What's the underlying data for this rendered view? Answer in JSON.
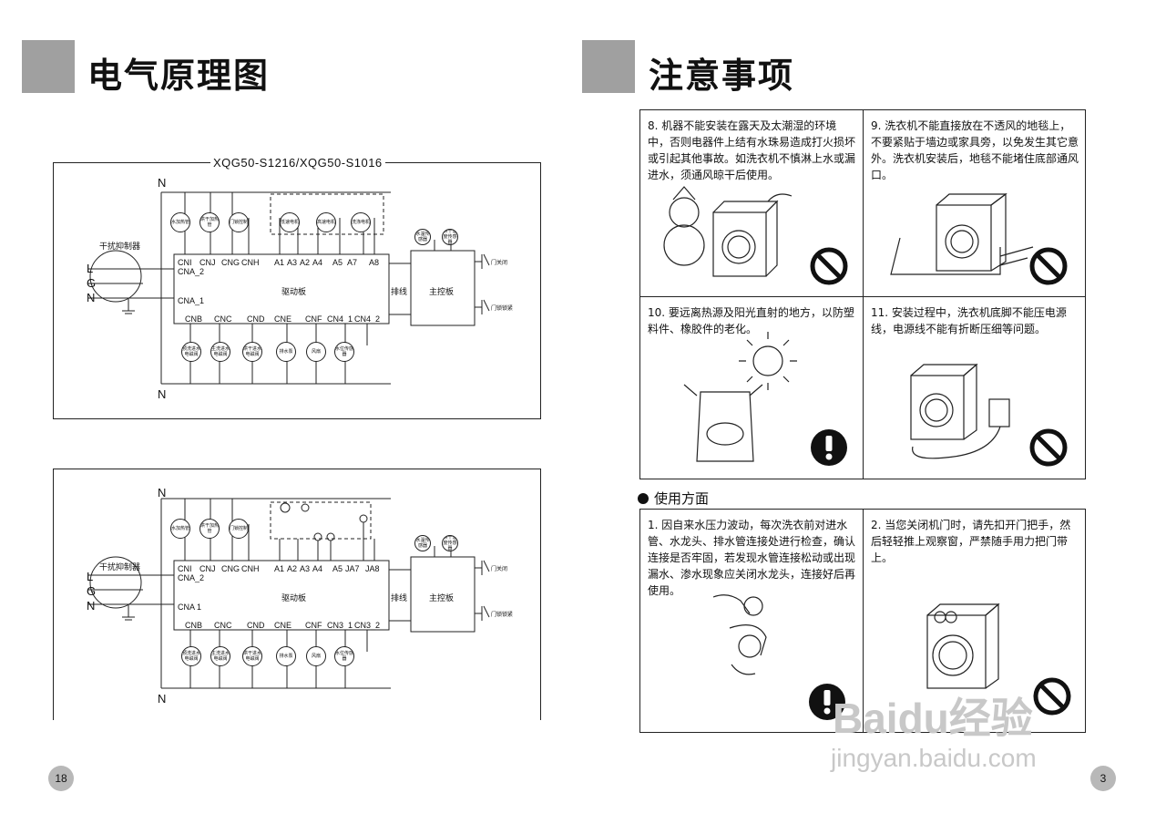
{
  "left_page": {
    "title": "电气原理图",
    "diagram_top": {
      "model": "XQG50-S1216/XQG50-S1016",
      "rail_top": "N",
      "rail_bottom": "N",
      "filter_label": "干扰抑制器",
      "lines": [
        "L",
        "G",
        "N"
      ],
      "top_components": [
        "水加热管",
        "烘干加热管",
        "门锁控制",
        "低速电机",
        "高速电机",
        "洗涤电机"
      ],
      "top_pins": [
        "CNI",
        "CNJ",
        "CNG",
        "CNH",
        "A1",
        "A3",
        "A2",
        "A4",
        "A5",
        "A7",
        "A8"
      ],
      "left_pins": [
        "CNA_2",
        "CNA_1"
      ],
      "board_label": "驱动板",
      "bottom_pins": [
        "CNB",
        "CNC",
        "CND",
        "CNE",
        "CNF",
        "CN4_1",
        "CN4_2"
      ],
      "bottom_components": [
        "预洗进水电磁阀",
        "主洗进水电磁阀",
        "烘干进水电磁阀",
        "排水泵",
        "风扇",
        "水位传感器"
      ],
      "harness_label": "排线",
      "main_board_label": "主控板",
      "sensors": [
        "水温传感器",
        "烘干温度传感器"
      ],
      "switches": [
        "门关闭",
        "门锁锁紧"
      ]
    },
    "diagram_bottom": {
      "rail_top": "N",
      "rail_bottom": "N",
      "filter_label": "干扰抑制器",
      "lines": [
        "L",
        "G",
        "N"
      ],
      "top_components": [
        "水加热管",
        "烘干加热管",
        "门锁控制"
      ],
      "top_pins": [
        "CNI",
        "CNJ",
        "CNG",
        "CNH",
        "A1",
        "A2",
        "A3",
        "A4",
        "A5",
        "JA7",
        "JA8"
      ],
      "left_pins": [
        "CNA_2",
        "CNA 1"
      ],
      "board_label": "驱动板",
      "bottom_pins": [
        "CNB",
        "CNC",
        "CND",
        "CNE",
        "CNF",
        "CN3_1",
        "CN3_2"
      ],
      "bottom_components": [
        "预洗进水电磁阀",
        "主洗进水电磁阀",
        "烘干进水电磁阀",
        "排水泵",
        "风扇",
        "水位传感器"
      ],
      "harness_label": "排线",
      "main_board_label": "主控板",
      "sensors": [
        "水温传感器",
        "烘干温度传感器"
      ],
      "switches": [
        "门关闭",
        "门锁锁紧"
      ]
    },
    "page_number": "18"
  },
  "right_page": {
    "title": "注意事项",
    "notes": [
      {
        "text": "8. 机器不能安装在露天及太潮湿的环境中，否则电器件上结有水珠易造成打火损坏或引起其他事故。如洗衣机不慎淋上水或漏进水，须通风晾干后使用。",
        "sign": "prohibit"
      },
      {
        "text": "9. 洗衣机不能直接放在不透风的地毯上，不要紧贴于墙边或家具旁，以免发生其它意外。洗衣机安装后，地毯不能堵住底部通风口。",
        "sign": "prohibit"
      },
      {
        "text": "10. 要远离热源及阳光直射的地方，以防塑料件、橡胶件的老化。",
        "sign": "warning"
      },
      {
        "text": "11. 安装过程中，洗衣机底脚不能压电源线，电源线不能有折断压细等问题。",
        "sign": "prohibit"
      }
    ],
    "section_heading": "使用方面",
    "usage": [
      {
        "text": "1. 因自来水压力波动，每次洗衣前对进水管、水龙头、排水管连接处进行检查，确认连接是否牢固，若发现水管连接松动或出现漏水、渗水现象应关闭水龙头，连接好后再使用。",
        "sign": "warning"
      },
      {
        "text": "2. 当您关闭机门时，请先扣开门把手，然后轻轻推上观察窗，严禁随手用力把门带上。",
        "sign": "prohibit"
      }
    ],
    "page_number": "3",
    "watermark_brand": "Baidu经验",
    "watermark_url": "jingyan.baidu.com"
  }
}
